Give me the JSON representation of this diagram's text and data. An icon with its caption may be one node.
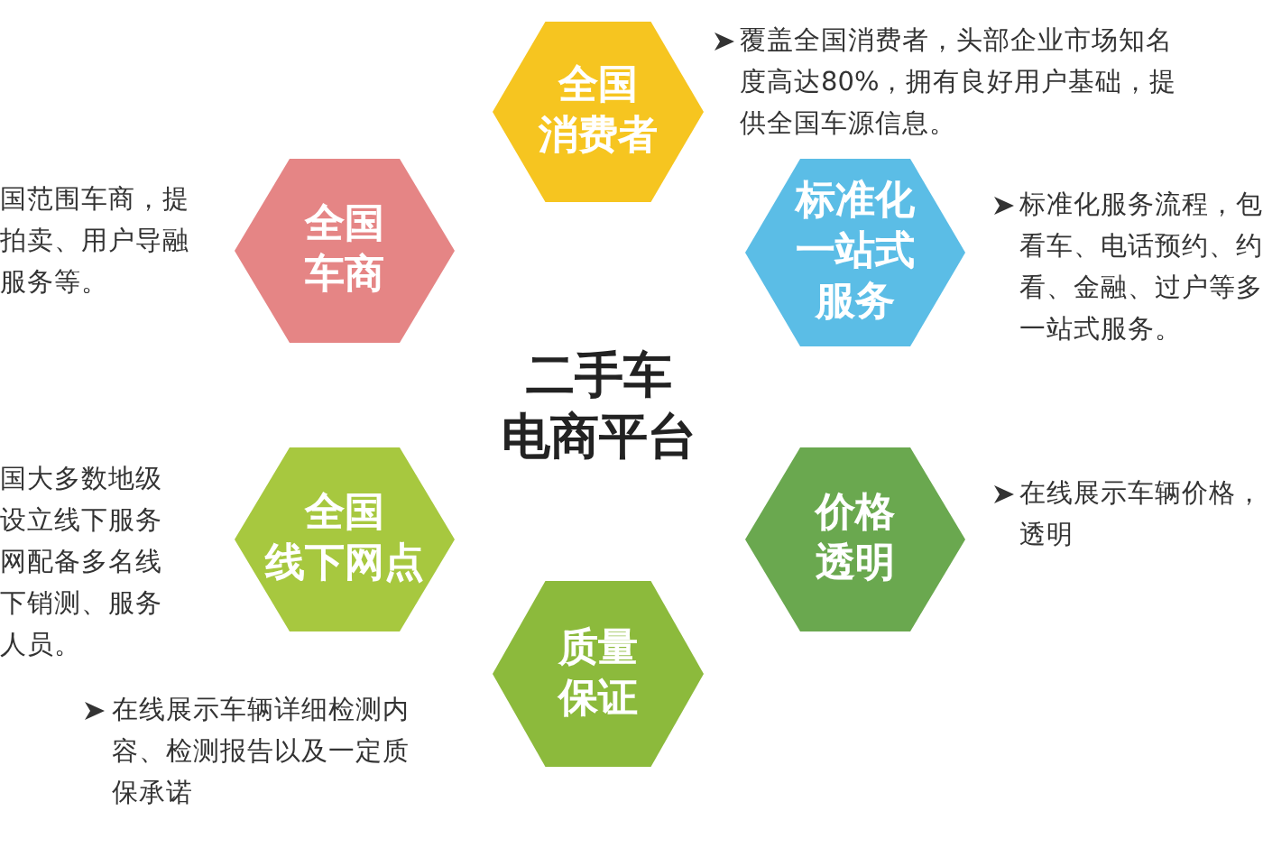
{
  "diagram": {
    "nodes": [
      {
        "text": [
          "全国消费者"
        ],
        "beside": [
          "覆盖全国消费者，头部企业市场知名度高达80%，拥有良好用户基础，提供全国车源信息。"
        ]
      },
      {
        "text": [
          "全国车商"
        ],
        "beside": [
          "国范围车商，提拍卖、用户导融服务等。"
        ]
      },
      {
        "text": [
          "标准化一站式服务"
        ],
        "beside": [
          "标准化服务流程，包看车、电话预约、约看、金融、过户等多一站式服务。"
        ]
      },
      {
        "text": [
          "价格透明"
        ],
        "beside": [
          "在线展示车辆价格，透明"
        ]
      },
      {
        "text": [
          "全国线下网点"
        ],
        "beside": [
          "国大多数地级设立线下服务网配备多名线下销测、服务人员。"
        ]
      },
      {
        "text": [
          "质量保证"
        ],
        "beside": [
          "在线展示车辆详细检测内容、检测报告以及一定质保承诺"
        ]
      }
    ],
    "labels": [
      "二手车电商平台"
    ]
  }
}
